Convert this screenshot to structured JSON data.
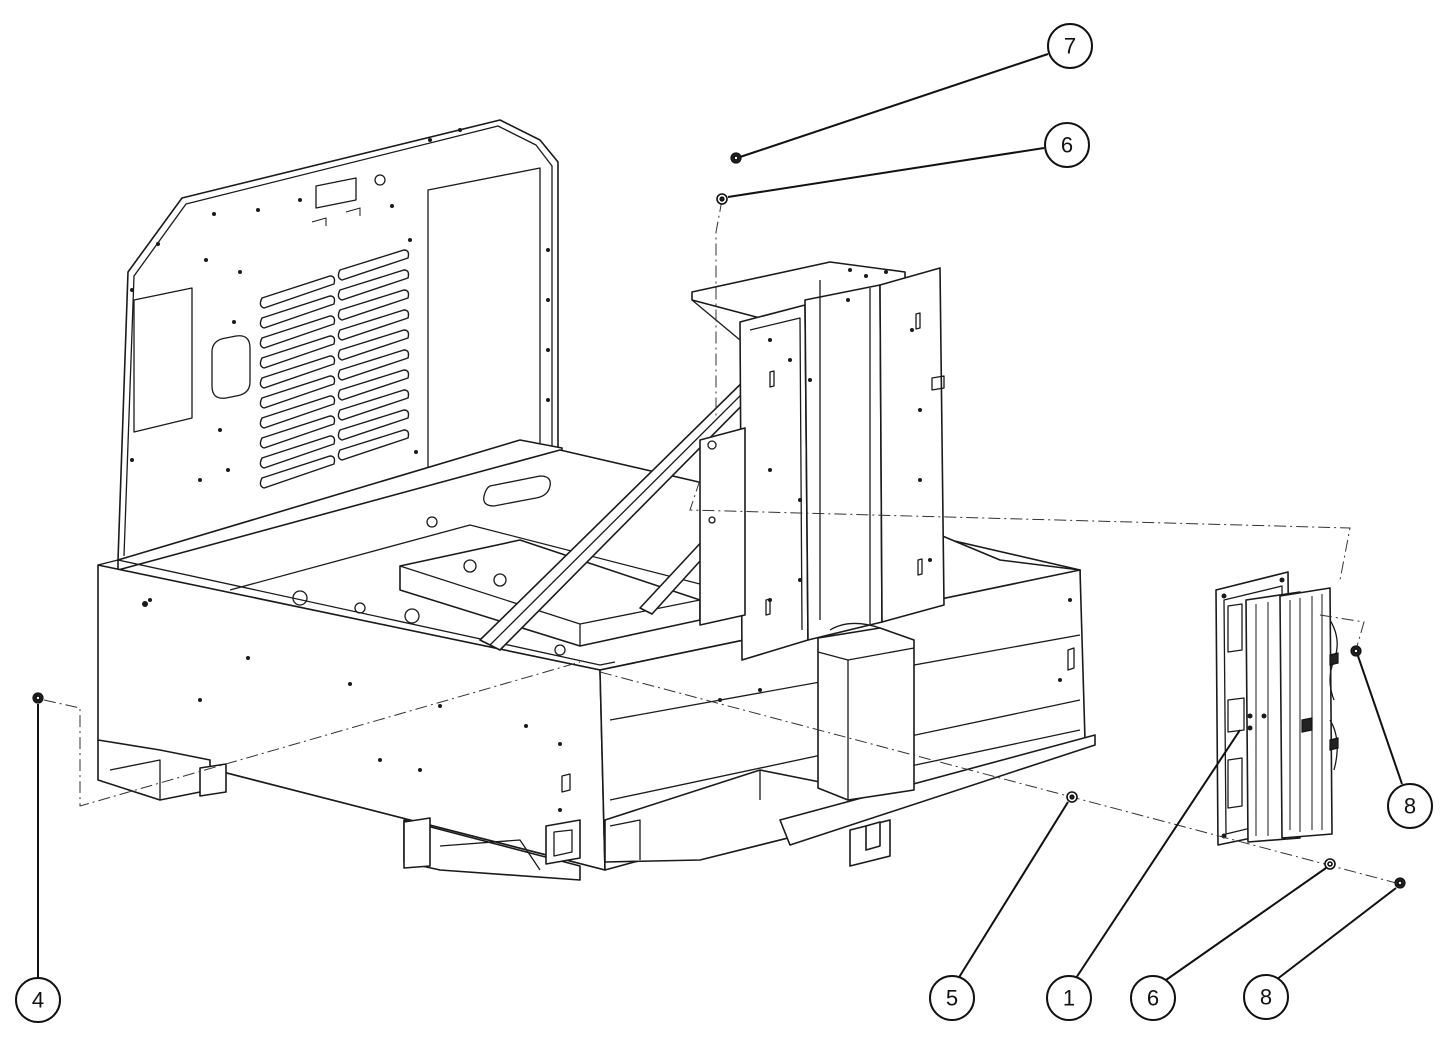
{
  "callouts": [
    {
      "id": "callout-7-top",
      "label": "7"
    },
    {
      "id": "callout-6-top",
      "label": "6"
    },
    {
      "id": "callout-4",
      "label": "4"
    },
    {
      "id": "callout-5",
      "label": "5"
    },
    {
      "id": "callout-1",
      "label": "1"
    },
    {
      "id": "callout-6-bottom",
      "label": "6"
    },
    {
      "id": "callout-8-bottom",
      "label": "8"
    },
    {
      "id": "callout-8-right",
      "label": "8"
    }
  ],
  "colors": {
    "line": "#1a1a1a",
    "background": "#ffffff"
  }
}
